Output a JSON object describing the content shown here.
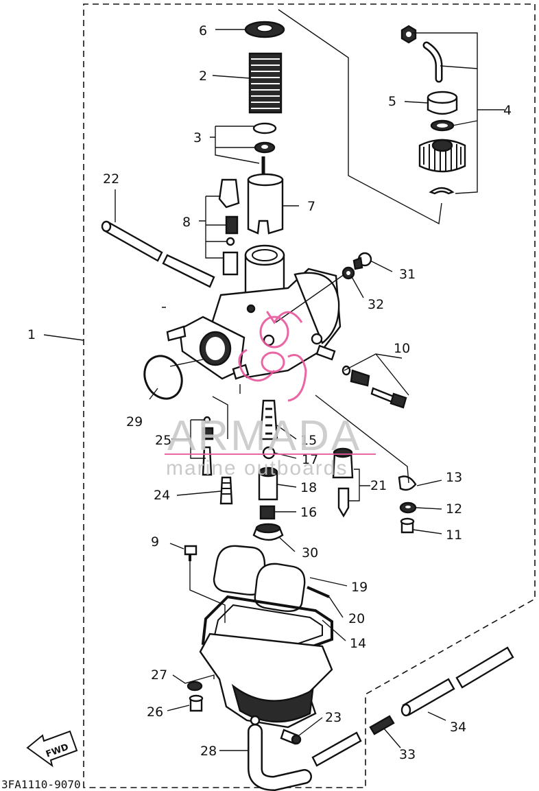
{
  "diagram_code": "3FA1110-9070",
  "fwd_label": "FWD",
  "watermark": {
    "brand": "ARMADA",
    "tagline": "marine outboards",
    "color": "#e8559a"
  },
  "labels": {
    "l1": "1",
    "l2": "2",
    "l3": "3",
    "l4": "4",
    "l5": "5",
    "l6": "6",
    "l7": "7",
    "l8": "8",
    "l9": "9",
    "l10": "10",
    "l11": "11",
    "l12": "12",
    "l13": "13",
    "l14": "14",
    "l15": "15",
    "l16": "16",
    "l17": "17",
    "l18": "18",
    "l19": "19",
    "l20": "20",
    "l21": "21",
    "l22": "22",
    "l23": "23",
    "l24": "24",
    "l25": "25",
    "l26": "26",
    "l27": "27",
    "l28": "28",
    "l29": "29",
    "l30": "30",
    "l31": "31",
    "l32": "32",
    "l33": "33",
    "l34": "34"
  }
}
